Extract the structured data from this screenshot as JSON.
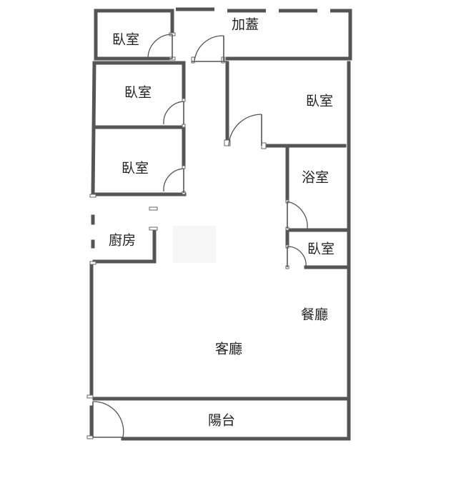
{
  "rooms": {
    "addition": "加蓋",
    "bedroom_top_left": "臥室",
    "bedroom_mid_left": "臥室",
    "bedroom_lower_left": "臥室",
    "bedroom_right": "臥室",
    "bathroom": "浴室",
    "bedroom_small": "臥室",
    "kitchen": "廚房",
    "dining": "餐廳",
    "living": "客廳",
    "balcony": "陽台"
  },
  "colors": {
    "wall": "#555555",
    "background": "#ffffff",
    "text": "#222222"
  }
}
